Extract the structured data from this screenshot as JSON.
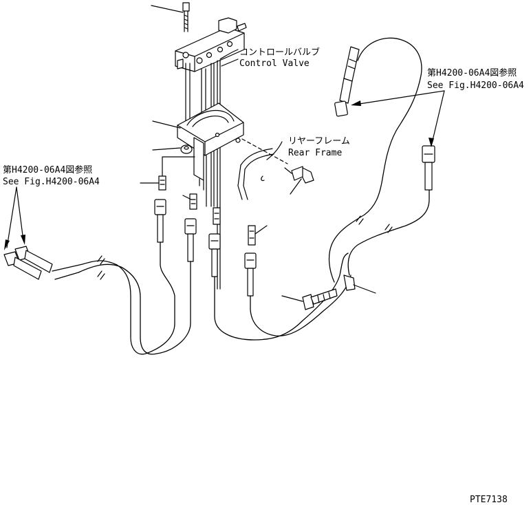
{
  "labels": {
    "control_valve_jp": "コントロールバルブ",
    "control_valve_en": "Control Valve",
    "rear_frame_jp": "リヤーフレーム",
    "rear_frame_en": "Rear Frame",
    "ref_left_jp": "第H4200-06A4図参照",
    "ref_left_en": "See Fig.H4200-06A4",
    "ref_right_jp": "第H4200-06A4図参照",
    "ref_right_en": "See Fig.H4200-06A4",
    "drawing_code": "PTE7138"
  }
}
